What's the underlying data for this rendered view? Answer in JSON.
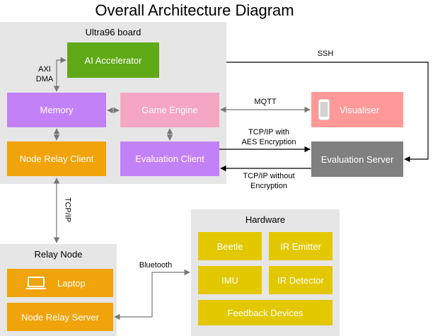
{
  "title": "Overall Architecture Diagram",
  "groups": {
    "ultra96": "Ultra96 board",
    "relay": "Relay Node",
    "hardware": "Hardware"
  },
  "nodes": {
    "ai_accelerator": "AI Accelerator",
    "memory": "Memory",
    "game_engine": "Game Engine",
    "node_relay_client": "Node Relay Client",
    "evaluation_client": "Evaluation Client",
    "visualiser": "Visualiser",
    "evaluation_server": "Evaluation Server",
    "laptop": "Laptop",
    "node_relay_server": "Node Relay Server",
    "beetle": "Beetle",
    "ir_emitter": "IR Emitter",
    "imu": "IMU",
    "ir_detector": "IR Detector",
    "feedback_devices": "Feedback Devices"
  },
  "edge_labels": {
    "axi": "AXI",
    "dma": "DMA",
    "ssh": "SSH",
    "mqtt": "MQTT",
    "tcp_aes_1": "TCP/IP with",
    "tcp_aes_2": "AES Encryption",
    "tcp_plain_1": "TCP/IP without",
    "tcp_plain_2": "Encryption",
    "tcpip": "TCP/IP",
    "bluetooth": "Bluetooth"
  },
  "colors": {
    "green": "#60a917",
    "purple": "#c381f7",
    "pink": "#f4a6c4",
    "orange": "#f0a30a",
    "salmon": "#ff9999",
    "gray": "#808080",
    "yellow": "#e3c800"
  }
}
